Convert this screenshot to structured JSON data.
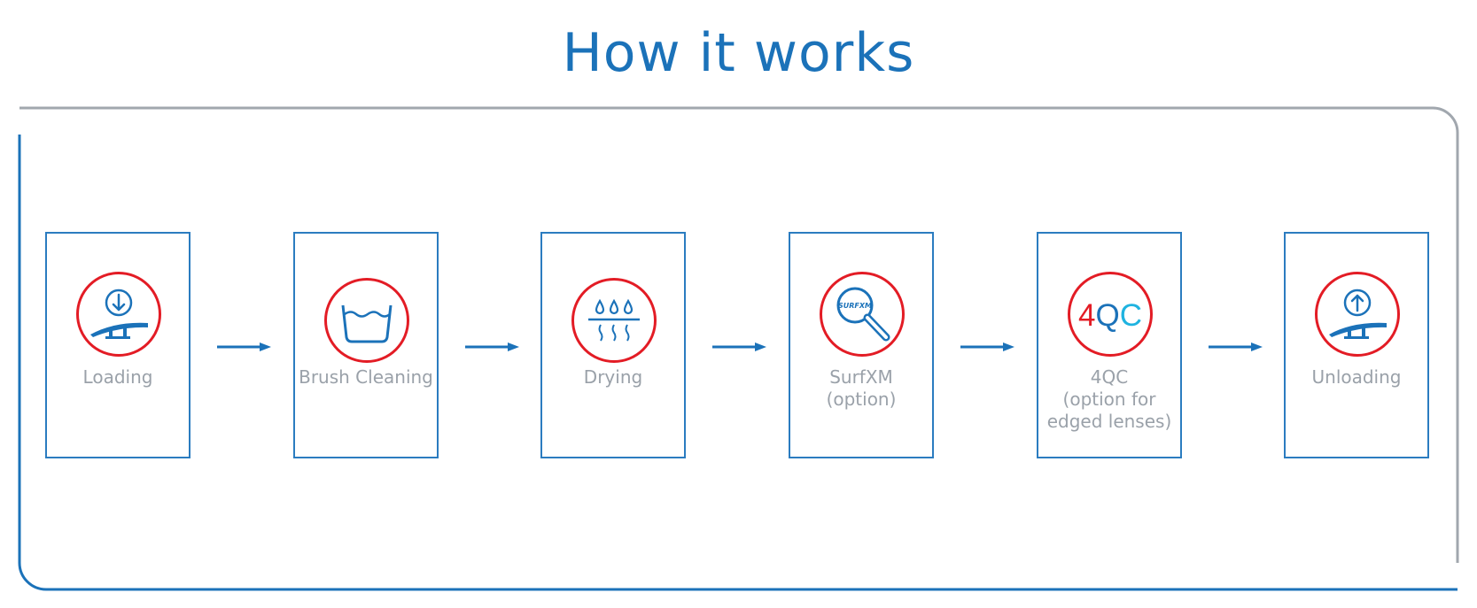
{
  "title": "How it works",
  "steps": [
    {
      "label_lines": [
        "Loading"
      ],
      "icon": "loading-icon"
    },
    {
      "label_lines": [
        "Brush Cleaning"
      ],
      "icon": "wash-basin-icon"
    },
    {
      "label_lines": [
        "Drying"
      ],
      "icon": "drying-icon"
    },
    {
      "label_lines": [
        "SurfXM",
        "(option)"
      ],
      "icon": "magnifier-icon",
      "icon_text": "SURFXM"
    },
    {
      "label_lines": [
        "4QC",
        "(option for",
        "edged lenses)"
      ],
      "icon": "4qc-logo-icon",
      "icon_text": [
        "4",
        "Q",
        "C"
      ]
    },
    {
      "label_lines": [
        "Unloading"
      ],
      "icon": "unloading-icon"
    }
  ],
  "colors": {
    "blue": "#1b72b9",
    "box_border": "#2b7cc0",
    "red": "#e31c25",
    "gray_label": "#9aa1a9",
    "frame_gray": "#a1a7ae",
    "cyan": "#1fb3e0"
  }
}
